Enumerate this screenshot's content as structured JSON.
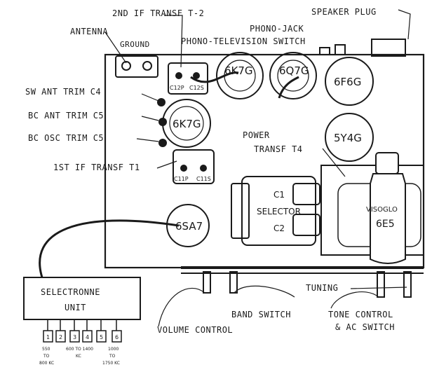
{
  "labels": {
    "antenna": "ANTENNA",
    "ground": "GROUND",
    "second_if": "2ND IF TRANSF T-2",
    "phono_tv": "PHONO-TELEVISION SWITCH",
    "phono_jack": "PHONO-JACK",
    "speaker_plug": "SPEAKER PLUG",
    "sw_trim": "SW ANT TRIM C4",
    "bc_trim": "BC ANT TRIM C5",
    "bc_osc": "BC OSC TRIM C5",
    "first_if": "1ST IF TRANSF T1",
    "power": "POWER",
    "power_transf": "TRANSF T4",
    "selector": "SELECTOR",
    "c1": "C1",
    "c2": "C2",
    "visoglo": "VISOGLO",
    "tube_6e5": "6E5",
    "selectronne": "SELECTRONNE",
    "unit": "UNIT",
    "tuning": "TUNING",
    "band_switch": "BAND SWITCH",
    "volume_control": "VOLUME CONTROL",
    "tone_control": "TONE CONTROL",
    "ac_switch": "& AC SWITCH"
  },
  "tubes": {
    "t6k7g_top": "6K7G",
    "t6q7g": "6Q7G",
    "t6f6g": "6F6G",
    "t6k7g_mid": "6K7G",
    "t5y4g": "5Y4G",
    "t6sa7": "6SA7"
  },
  "terminals": {
    "c12p": "C12P",
    "c12s": "C12S",
    "c11p": "C11P",
    "c11s": "C11S"
  },
  "buttons": [
    "1",
    "2",
    "3",
    "4",
    "5",
    "6"
  ],
  "ranges": {
    "r1_a": "550",
    "r1_b": "TO",
    "r1_c": "800 KC",
    "r2_a": "600 TO 1400",
    "r2_b": "KC",
    "r3_a": "1000",
    "r3_b": "TO",
    "r3_c": "1750 KC"
  }
}
